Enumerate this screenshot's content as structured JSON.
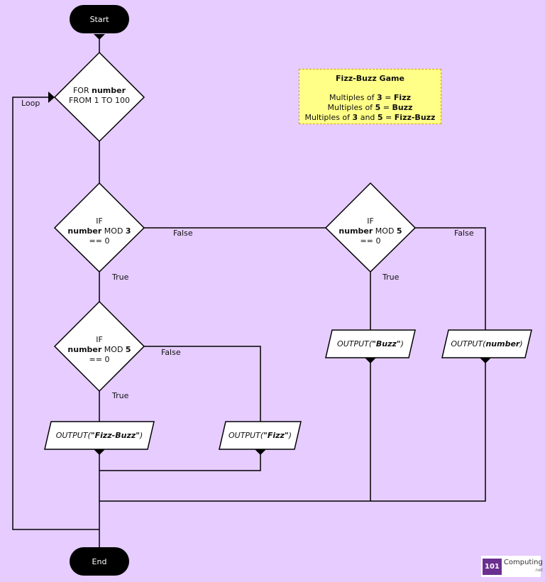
{
  "start_label": "Start",
  "end_label": "End",
  "loop": {
    "pre": "FOR ",
    "var": "number",
    "post": "FROM 1 TO 100",
    "edge_label": "Loop"
  },
  "decision_mod3": {
    "if": "IF",
    "var": "number",
    "op": " MOD ",
    "divisor": "3",
    "cmp": "== 0"
  },
  "decision_mod5_a": {
    "if": "IF",
    "var": "number",
    "op": " MOD ",
    "divisor": "5",
    "cmp": "== 0"
  },
  "decision_mod5_b": {
    "if": "IF",
    "var": "number",
    "op": " MOD ",
    "divisor": "5",
    "cmp": "== 0"
  },
  "edge_labels": {
    "true": "True",
    "false": "False"
  },
  "outputs": {
    "fizzbuzz": {
      "fn": "OUTPUT(",
      "arg": "\"Fizz-Buzz\"",
      "close": ")"
    },
    "fizz": {
      "fn": "OUTPUT(",
      "arg": "\"Fizz\"",
      "close": ")"
    },
    "buzz": {
      "fn": "OUTPUT(",
      "arg": "\"Buzz\"",
      "close": ")"
    },
    "number": {
      "fn": "OUTPUT(",
      "arg": "number",
      "close": ")"
    }
  },
  "note": {
    "title": "Fizz-Buzz Game",
    "rules": [
      {
        "pre": "Multiples of ",
        "n": "3",
        "mid": " = ",
        "word": "Fizz"
      },
      {
        "pre": "Multiples of ",
        "n": "5",
        "mid": " = ",
        "word": "Buzz"
      },
      {
        "pre": "Multiples of ",
        "n": "3",
        "and": " and ",
        "n2": "5",
        "mid": " = ",
        "word": "Fizz-Buzz"
      }
    ]
  },
  "logo": {
    "number": "101",
    "name": "Computing",
    "suffix": ".net"
  },
  "colors": {
    "background": "#e6ccff",
    "terminal": "#000000",
    "note": "#ffff88",
    "note_border": "#d4a017",
    "logo": "#6b2f8f"
  }
}
